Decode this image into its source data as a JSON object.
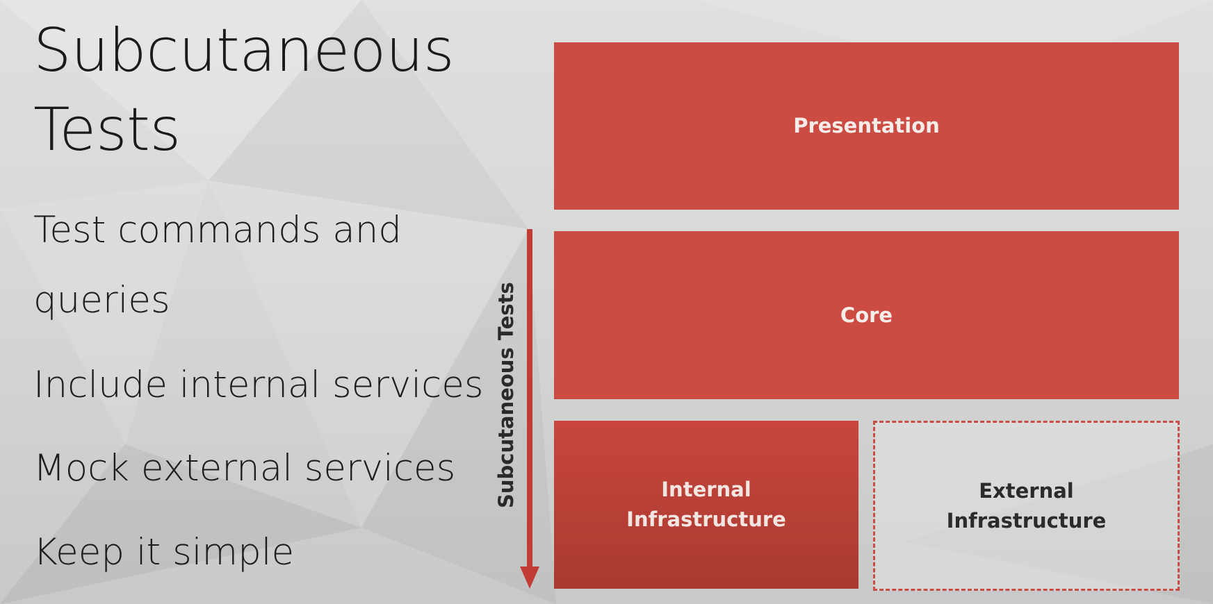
{
  "slide": {
    "title_lines": [
      "Subcutaneous",
      "Tests"
    ],
    "bullets": [
      "Test commands and",
      "queries",
      "Include internal services",
      "Mock external services",
      "Keep it simple"
    ]
  },
  "diagram": {
    "layers": {
      "presentation": "Presentation",
      "core": "Core",
      "internal_infrastructure": "Internal\nInfrastructure",
      "external_infrastructure": "External\nInfrastructure"
    },
    "arrow_label": "Subcutaneous Tests"
  },
  "colors": {
    "layer_red": "#cc4b42",
    "dashed_border": "#c84d44",
    "background": "#d4d6d6"
  }
}
